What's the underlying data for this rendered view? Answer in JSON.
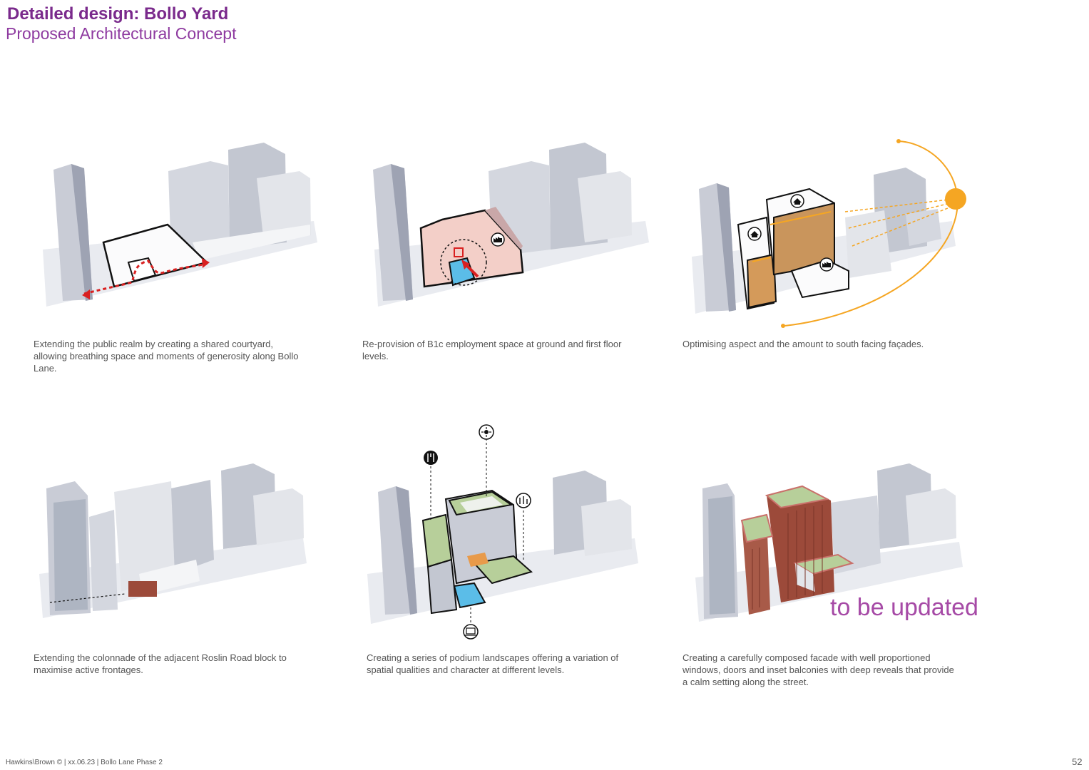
{
  "header": {
    "title": "Detailed design: Bollo Yard",
    "subtitle": "Proposed Architectural Concept"
  },
  "panels": [
    {
      "caption": "Extending the public realm by creating a shared courtyard, allowing breathing space and moments of generosity along Bollo Lane."
    },
    {
      "caption": "Re-provision of B1c employment space at ground and first floor levels."
    },
    {
      "caption": "Optimising aspect and the amount to south facing façades."
    },
    {
      "caption": "Extending the colonnade of the adjacent Roslin Road block to maximise active frontages."
    },
    {
      "caption": "Creating a series of podium landscapes offering a variation of spatial qualities and character at different levels."
    },
    {
      "caption": "Creating a carefully composed facade with well proportioned windows, doors and inset balconies with deep reveals that provide a calm setting along the street."
    }
  ],
  "overlay": {
    "to_be_updated": "to be updated"
  },
  "footer": {
    "left": "Hawkins\\Brown © | xx.06.23 | Bollo Lane Phase 2",
    "page_number": "52"
  },
  "colors": {
    "accent": "#7a2a8c",
    "path_red": "#d92020",
    "employment_pink": "#f3cfc8",
    "courtyard_blue": "#5bbde8",
    "sun_orange": "#f5a623",
    "brick": "#9c4a3a",
    "podium_green": "#b7cf9a"
  },
  "icons": [
    "factory-icon",
    "home-icon",
    "restaurant-icon",
    "sun-icon",
    "fitness-icon",
    "laptop-icon"
  ]
}
